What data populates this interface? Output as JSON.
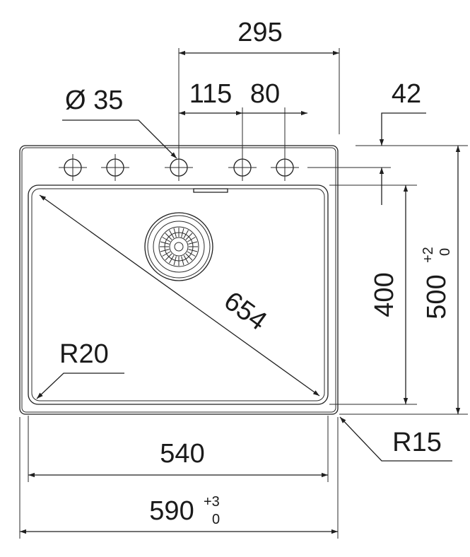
{
  "dimensions": {
    "top_total": "295",
    "tap_hole_diameter": "Ø 35",
    "spacing_1": "115",
    "spacing_2": "80",
    "offset_top": "42",
    "bowl_diagonal": "654",
    "corner_inner": "R20",
    "corner_outer": "R15",
    "bowl_width": "540",
    "overall_width": "590",
    "overall_width_tol_upper": "+3",
    "overall_width_tol_lower": "0",
    "bowl_depth": "400",
    "overall_depth": "500",
    "overall_depth_tol_upper": "+2",
    "overall_depth_tol_lower": "0"
  }
}
